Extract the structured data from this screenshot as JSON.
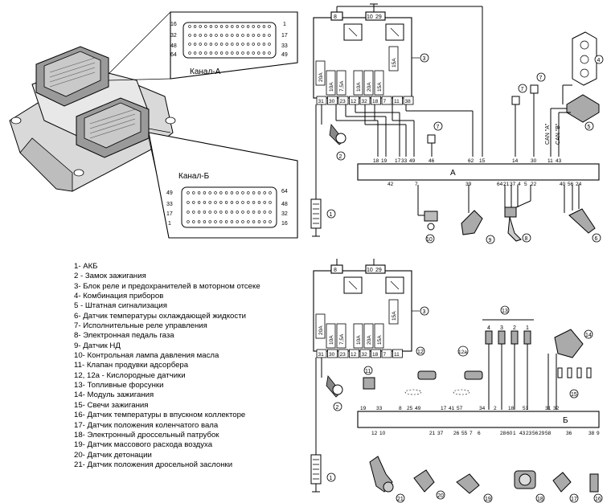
{
  "connector_a": {
    "title": "Канал-А",
    "pins": {
      "top_left": "16",
      "top_right": "1",
      "r2_left": "32",
      "r2_right": "17",
      "r3_left": "48",
      "r3_right": "33",
      "r4_left": "64",
      "r4_right": "49"
    }
  },
  "connector_b": {
    "title": "Канал-Б",
    "pins": {
      "top_left": "49",
      "top_right": "64",
      "r2_left": "33",
      "r2_right": "48",
      "r3_left": "17",
      "r3_right": "32",
      "r4_left": "1",
      "r4_right": "16"
    }
  },
  "diagram_a": {
    "ecu_label": "A",
    "top_pins": [
      "18",
      "19",
      "17",
      "33",
      "49",
      "46",
      "62",
      "15",
      "14",
      "30",
      "11",
      "43"
    ],
    "bottom_pins": [
      "42",
      "7",
      "39",
      "64",
      "21",
      "37",
      "4",
      "5",
      "22",
      "40",
      "56",
      "24"
    ],
    "fuses": [
      "20A",
      "10A",
      "7,5A",
      "10A",
      "20A",
      "15A",
      "15A"
    ],
    "box_pins": [
      "31",
      "30",
      "23",
      "12",
      "32",
      "18",
      "7",
      "11",
      "38"
    ],
    "top_box_pins": [
      "8",
      "10",
      "29"
    ],
    "can_labels": [
      "CAN \"A\"",
      "CAN \"B\""
    ],
    "callouts": [
      "3",
      "2",
      "7",
      "7",
      "7",
      "4",
      "5",
      "1",
      "10",
      "9",
      "8",
      "6"
    ]
  },
  "diagram_b": {
    "ecu_label": "Б",
    "top_pins": [
      "19",
      "33",
      "8",
      "25",
      "49",
      "17",
      "41",
      "57",
      "34",
      "2",
      "18",
      "51",
      "31",
      "32"
    ],
    "bottom_pins": [
      "12",
      "10",
      "21",
      "37",
      "26",
      "55",
      "7",
      "6",
      "28",
      "60",
      "1",
      "43",
      "23",
      "56",
      "29",
      "58",
      "36",
      "38",
      "9"
    ],
    "fuses": [
      "20A",
      "10A",
      "7,5A",
      "10A",
      "20A",
      "15A",
      "15A"
    ],
    "box_pins": [
      "31",
      "30",
      "23",
      "12",
      "32",
      "18",
      "7",
      "11"
    ],
    "top_box_pins": [
      "8",
      "10",
      "29"
    ],
    "callouts": [
      "3",
      "2",
      "11",
      "12",
      "12а",
      "13",
      "14",
      "15",
      "1",
      "21",
      "20",
      "19",
      "18",
      "17",
      "16"
    ],
    "injector_numbers": [
      "4",
      "3",
      "2",
      "1"
    ]
  },
  "legend": [
    "1- АКБ",
    "2 - Замок зажигания",
    "3- Блок реле и предохранителей в моторном отсеке",
    "4- Комбинация приборов",
    "5 - Штатная сигнализация",
    "6- Датчик температуры охлаждающей жидкости",
    "7- Исполнительные реле управления",
    "8- Электронная педаль газа",
    "9- Датчик НД",
    "10- Контрольная лампа давления масла",
    "11- Клапан продувки адсорбера",
    "12, 12а - Кислородные датчики",
    "13- Топливные форсунки",
    "14- Модуль зажигания",
    "15- Свечи зажигания",
    "16- Датчик температуры в впускном коллекторе",
    "17- Датчик положения коленчатого вала",
    "18- Электронный дроссельный патрубок",
    "19- Датчик массового расхода воздуха",
    "20- Датчик детонации",
    "21- Датчик положения дросельной заслонки"
  ]
}
